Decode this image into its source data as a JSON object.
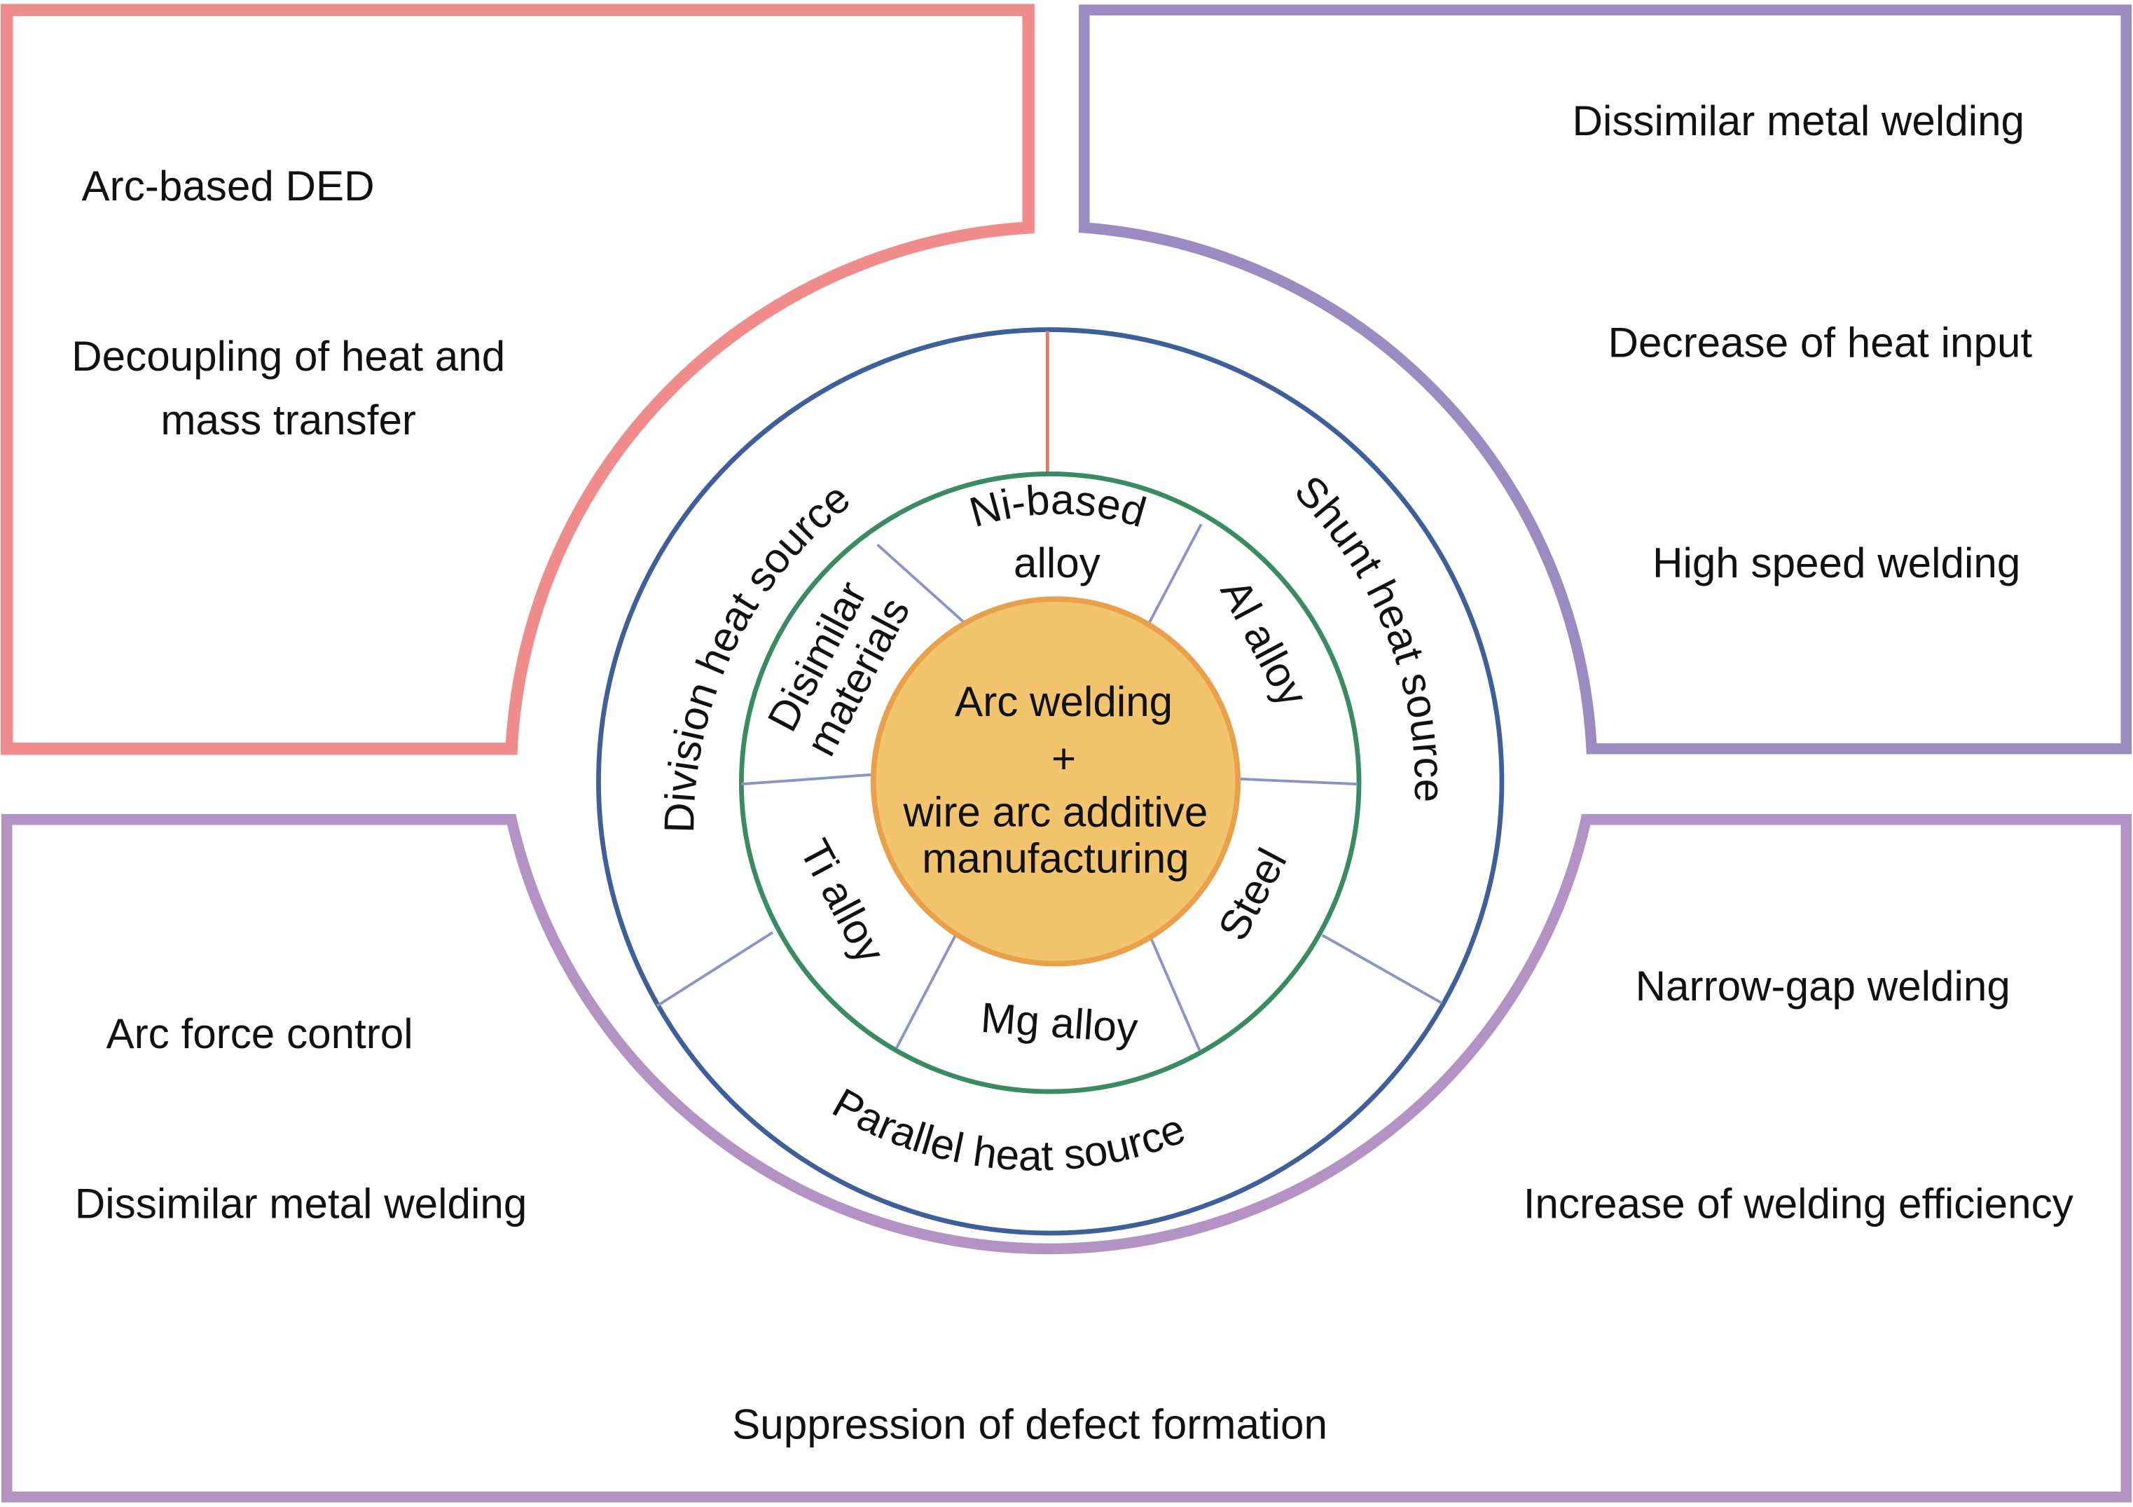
{
  "colors": {
    "panel_top_left": "#f08c8c",
    "panel_top_right": "#9a8cc0",
    "panel_bottom": "#b393c4",
    "outer_ring": "#3f5f9a",
    "inner_ring": "#3a8a62",
    "core_fill": "#f2c46e",
    "core_stroke": "#e8a04a",
    "divider_red": "#e07a6a",
    "divider_blue": "#8b94c8"
  },
  "center": {
    "line1": "Arc welding",
    "line2": "+",
    "line3": "wire arc additive",
    "line4": "manufacturing"
  },
  "outer_ring_labels": {
    "left": "Division heat source",
    "right": "Shunt heat source",
    "bottom": "Parallel heat source"
  },
  "inner_ring_labels": {
    "top": [
      "Ni-based",
      "alloy"
    ],
    "top_right": "Al alloy",
    "bottom_right": "Steel",
    "bottom": "Mg alloy",
    "bottom_left": "Ti alloy",
    "top_left": [
      "Disimilar",
      "materials"
    ]
  },
  "panels": {
    "top_left": {
      "items": [
        "Arc-based DED",
        "Decoupling of heat and",
        "mass transfer"
      ]
    },
    "top_right": {
      "items": [
        "Dissimilar metal welding",
        "Decrease of  heat input",
        "High speed welding"
      ]
    },
    "bottom": {
      "left_items": [
        "Arc force control",
        "Dissimilar metal welding"
      ],
      "right_items": [
        "Narrow-gap welding",
        "Increase of  welding efficiency"
      ],
      "center_item": "Suppression of defect formation"
    }
  }
}
